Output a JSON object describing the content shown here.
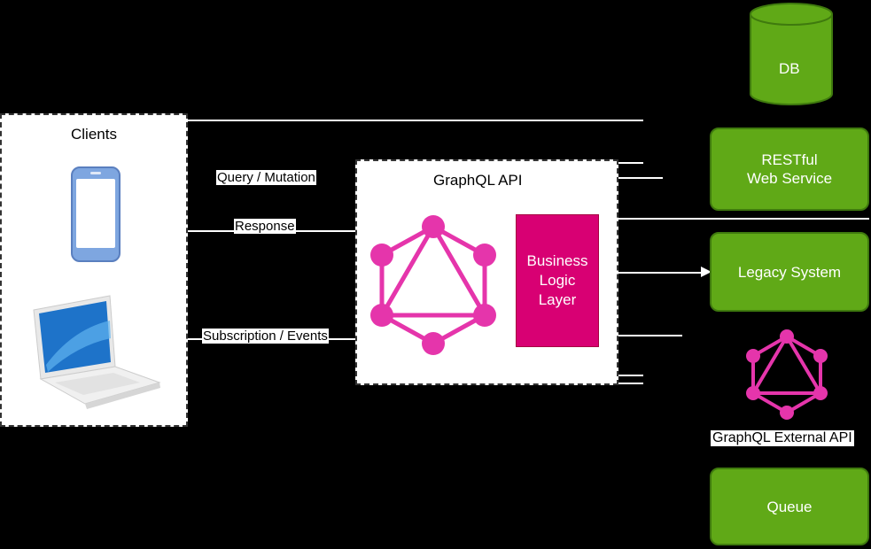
{
  "clients": {
    "title": "Clients"
  },
  "edges": {
    "query_mutation": "Query / Mutation",
    "response": "Response",
    "subscription_events": "Subscription / Events"
  },
  "graphql_api": {
    "title": "GraphQL API",
    "business_logic": "Business\nLogic\nLayer"
  },
  "backends": {
    "db": "DB",
    "restful": "RESTful\nWeb Service",
    "legacy": "Legacy System",
    "external_api": "GraphQL External API",
    "queue": "Queue"
  },
  "colors": {
    "graphql_pink": "#e535ab",
    "business_logic_fill": "#d80073",
    "green_fill": "#60a917",
    "green_stroke": "#3f7a0e",
    "phone_blue": "#7ea6e0"
  }
}
